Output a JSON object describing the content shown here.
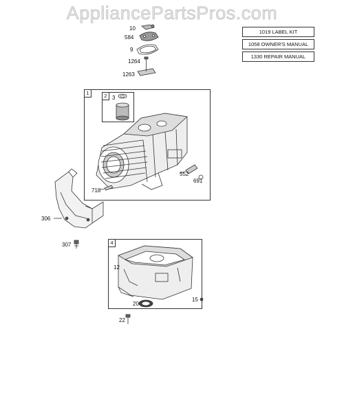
{
  "watermark": "AppliancePartsPros.com",
  "kits": [
    {
      "label": "1019 LABEL KIT"
    },
    {
      "label": "1058 OWNER'S MANUAL"
    },
    {
      "label": "1330 REPAIR MANUAL"
    }
  ],
  "callouts": {
    "p10": "10",
    "p584": "584",
    "p9": "9",
    "p1264": "1264",
    "p1263": "1263",
    "box1": "1",
    "box2": "2",
    "p3": "3",
    "p552": "552",
    "p691": "691",
    "p718": "718",
    "p306": "306",
    "p307": "307",
    "box4": "4",
    "p12": "12",
    "p20": "20",
    "p15": "15",
    "p22": "22"
  }
}
